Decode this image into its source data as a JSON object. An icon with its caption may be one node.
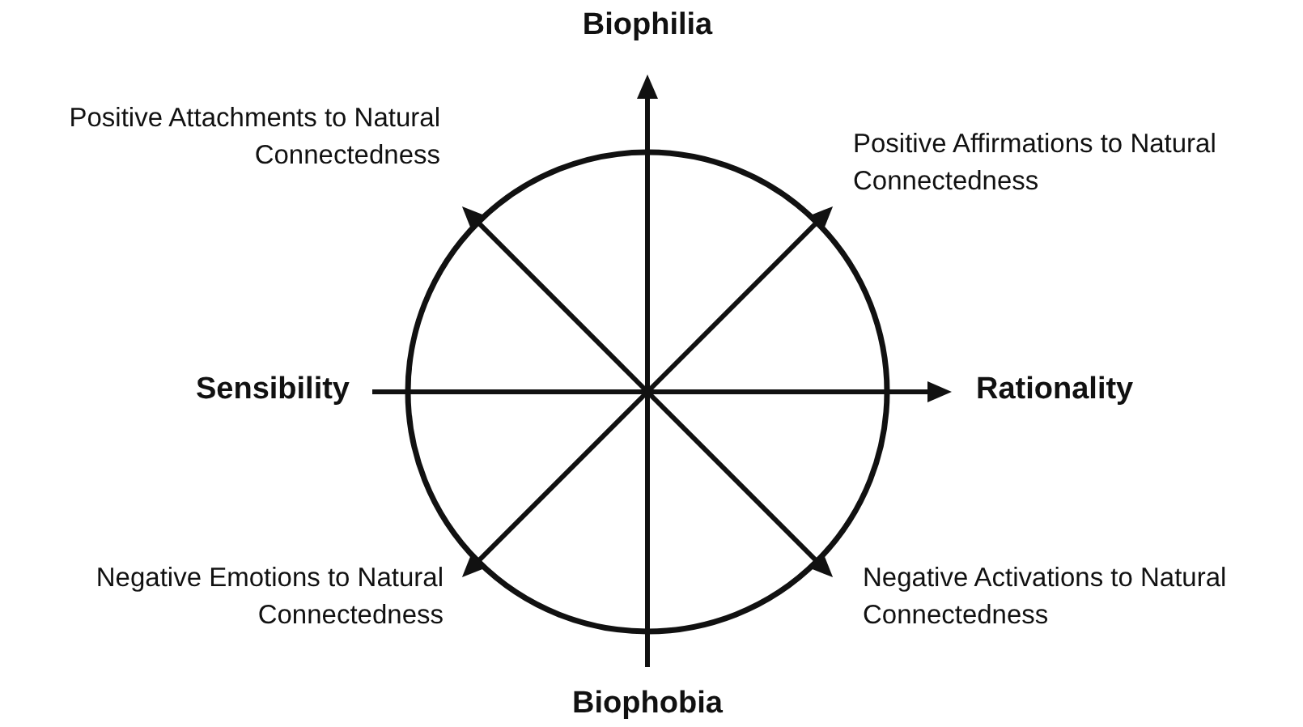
{
  "diagram": {
    "labels": [
      "Biophilia",
      "Positive Attachments to Natural Connectedness",
      "Positive Affirmations to Natural Connectedness",
      "Sensibility",
      "Rationality",
      "Negative Emotions to Natural Connectedness",
      "Negative Activations to Natural Connectedness",
      "Biophobia"
    ]
  }
}
